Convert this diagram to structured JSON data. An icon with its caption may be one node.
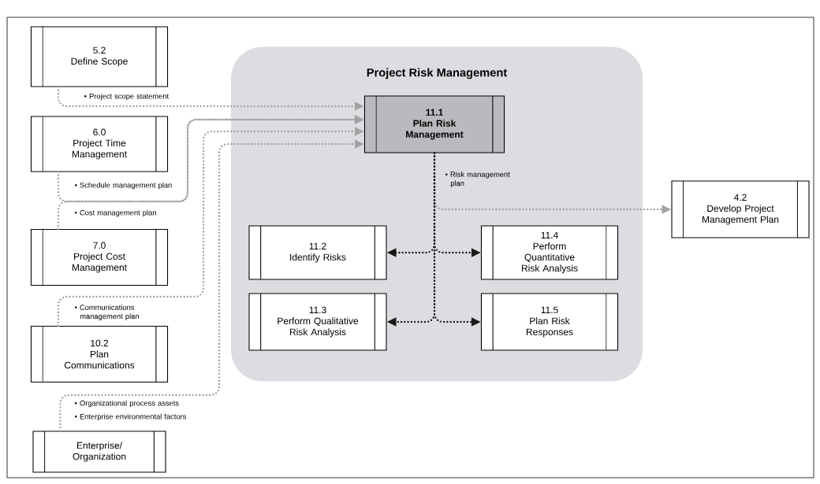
{
  "diagram": {
    "nodes": [
      {
        "text": [
          "5.2",
          "Define Scope"
        ]
      },
      {
        "text": [
          "Project Risk Management"
        ]
      },
      {
        "text": [
          "11.1",
          "Plan Risk Management"
        ],
        "in": 1
      },
      {
        "text": [
          "6.0",
          "Project Time Management"
        ]
      },
      {
        "text": [
          "4.2",
          "Develop Project Management Plan"
        ]
      },
      {
        "text": [
          "11.2",
          "Identify Risks"
        ],
        "in": 1
      },
      {
        "text": [
          "11.4",
          "Perform Quantitative Risk Analysis"
        ],
        "in": 1
      },
      {
        "text": [
          "7.0",
          "Project Cost Management"
        ]
      },
      {
        "text": [
          "11.3",
          "Perform Qualitative Risk Analysis"
        ],
        "in": 1
      },
      {
        "text": [
          "11.5",
          "Plan Risk Responses"
        ],
        "in": 1
      },
      {
        "text": [
          "10.2",
          "Plan Communications"
        ]
      },
      {
        "text": [
          "Enterprise/ Organization"
        ]
      }
    ],
    "edges": [
      {
        "from": 0,
        "to": 2,
        "arrow": "to",
        "label": "• Project scope statement"
      },
      {
        "from": 3,
        "to": 2,
        "arrow": "to",
        "label": "• Schedule management plan"
      },
      {
        "from": 7,
        "to": 2,
        "arrow": "to",
        "label": "• Cost management plan"
      },
      {
        "from": 10,
        "to": 2,
        "arrow": "to",
        "label": "• Communications management plan"
      },
      {
        "from": 11,
        "to": 2,
        "arrow": "to",
        "label": "• Organizational process assets"
      },
      {
        "from": 2,
        "to": 4,
        "arrow": "to",
        "label": "• Risk management plan"
      },
      {
        "from": 2,
        "to": 5,
        "arrow": "to",
        "color": "#1a1a1a"
      },
      {
        "from": 2,
        "to": 6,
        "arrow": "to",
        "color": "#1a1a1a"
      },
      {
        "from": 2,
        "to": 8,
        "arrow": "to",
        "color": "#1a1a1a"
      },
      {
        "from": 2,
        "to": 9,
        "arrow": "to",
        "color": "#1a1a1a"
      }
    ],
    "labels": [
      "• Enterprise environmental factors"
    ]
  }
}
